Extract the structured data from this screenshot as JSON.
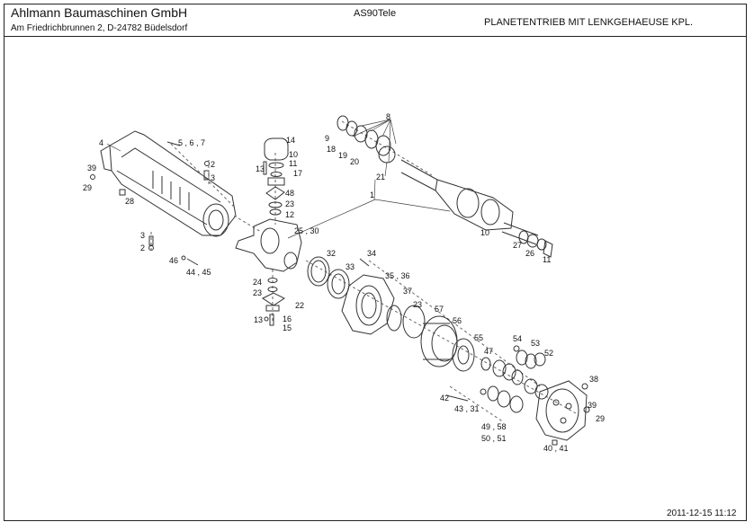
{
  "header": {
    "company": "Ahlmann Baumaschinen GmbH",
    "address": "Am Friedrichbrunnen 2,  D-24782 Büdelsdorf",
    "model": "AS90Tele",
    "assembly_title": "PLANETENTRIEB MIT LENKGEHAEUSE KPL."
  },
  "footer": {
    "timestamp": "2011-12-15 11:12"
  },
  "callouts": [
    {
      "id": "c4",
      "text": "4"
    },
    {
      "id": "c5-6-7",
      "text": "5 , 6 , 7"
    },
    {
      "id": "c39a",
      "text": "39"
    },
    {
      "id": "c29a",
      "text": "29"
    },
    {
      "id": "c2a",
      "text": "2"
    },
    {
      "id": "c3a",
      "text": "3"
    },
    {
      "id": "c28",
      "text": "28"
    },
    {
      "id": "c3b",
      "text": "3"
    },
    {
      "id": "c2b",
      "text": "2"
    },
    {
      "id": "c46",
      "text": "46"
    },
    {
      "id": "c44-45",
      "text": "44 , 45"
    },
    {
      "id": "c14",
      "text": "14"
    },
    {
      "id": "c10a",
      "text": "10"
    },
    {
      "id": "c11a",
      "text": "11"
    },
    {
      "id": "c13a",
      "text": "13"
    },
    {
      "id": "c17",
      "text": "17"
    },
    {
      "id": "c48",
      "text": "48"
    },
    {
      "id": "c23a",
      "text": "23"
    },
    {
      "id": "c12",
      "text": "12"
    },
    {
      "id": "c25-30",
      "text": "25 , 30"
    },
    {
      "id": "c9",
      "text": "9"
    },
    {
      "id": "c18",
      "text": "18"
    },
    {
      "id": "c19",
      "text": "19"
    },
    {
      "id": "c20",
      "text": "20"
    },
    {
      "id": "c8",
      "text": "8"
    },
    {
      "id": "c21",
      "text": "21"
    },
    {
      "id": "c1",
      "text": "1"
    },
    {
      "id": "c10b",
      "text": "10"
    },
    {
      "id": "c27",
      "text": "27"
    },
    {
      "id": "c26",
      "text": "26"
    },
    {
      "id": "c11b",
      "text": "11"
    },
    {
      "id": "c32",
      "text": "32"
    },
    {
      "id": "c34",
      "text": "34"
    },
    {
      "id": "c33",
      "text": "33"
    },
    {
      "id": "c35-36",
      "text": "35 , 36"
    },
    {
      "id": "c37",
      "text": "37"
    },
    {
      "id": "c24",
      "text": "24"
    },
    {
      "id": "c23b",
      "text": "23"
    },
    {
      "id": "c22",
      "text": "22"
    },
    {
      "id": "c13b",
      "text": "13"
    },
    {
      "id": "c16",
      "text": "16"
    },
    {
      "id": "c15",
      "text": "15"
    },
    {
      "id": "c23c",
      "text": "23"
    },
    {
      "id": "c57",
      "text": "57"
    },
    {
      "id": "c56",
      "text": "56"
    },
    {
      "id": "c55",
      "text": "55"
    },
    {
      "id": "c47",
      "text": "47"
    },
    {
      "id": "c54",
      "text": "54"
    },
    {
      "id": "c53",
      "text": "53"
    },
    {
      "id": "c52",
      "text": "52"
    },
    {
      "id": "c38",
      "text": "38"
    },
    {
      "id": "c42",
      "text": "42"
    },
    {
      "id": "c43-31",
      "text": "43 , 31"
    },
    {
      "id": "c39b",
      "text": "39"
    },
    {
      "id": "c29b",
      "text": "29"
    },
    {
      "id": "c49-58",
      "text": "49 , 58"
    },
    {
      "id": "c50-51",
      "text": "50 , 51"
    },
    {
      "id": "c40-41",
      "text": "40 , 41"
    }
  ]
}
